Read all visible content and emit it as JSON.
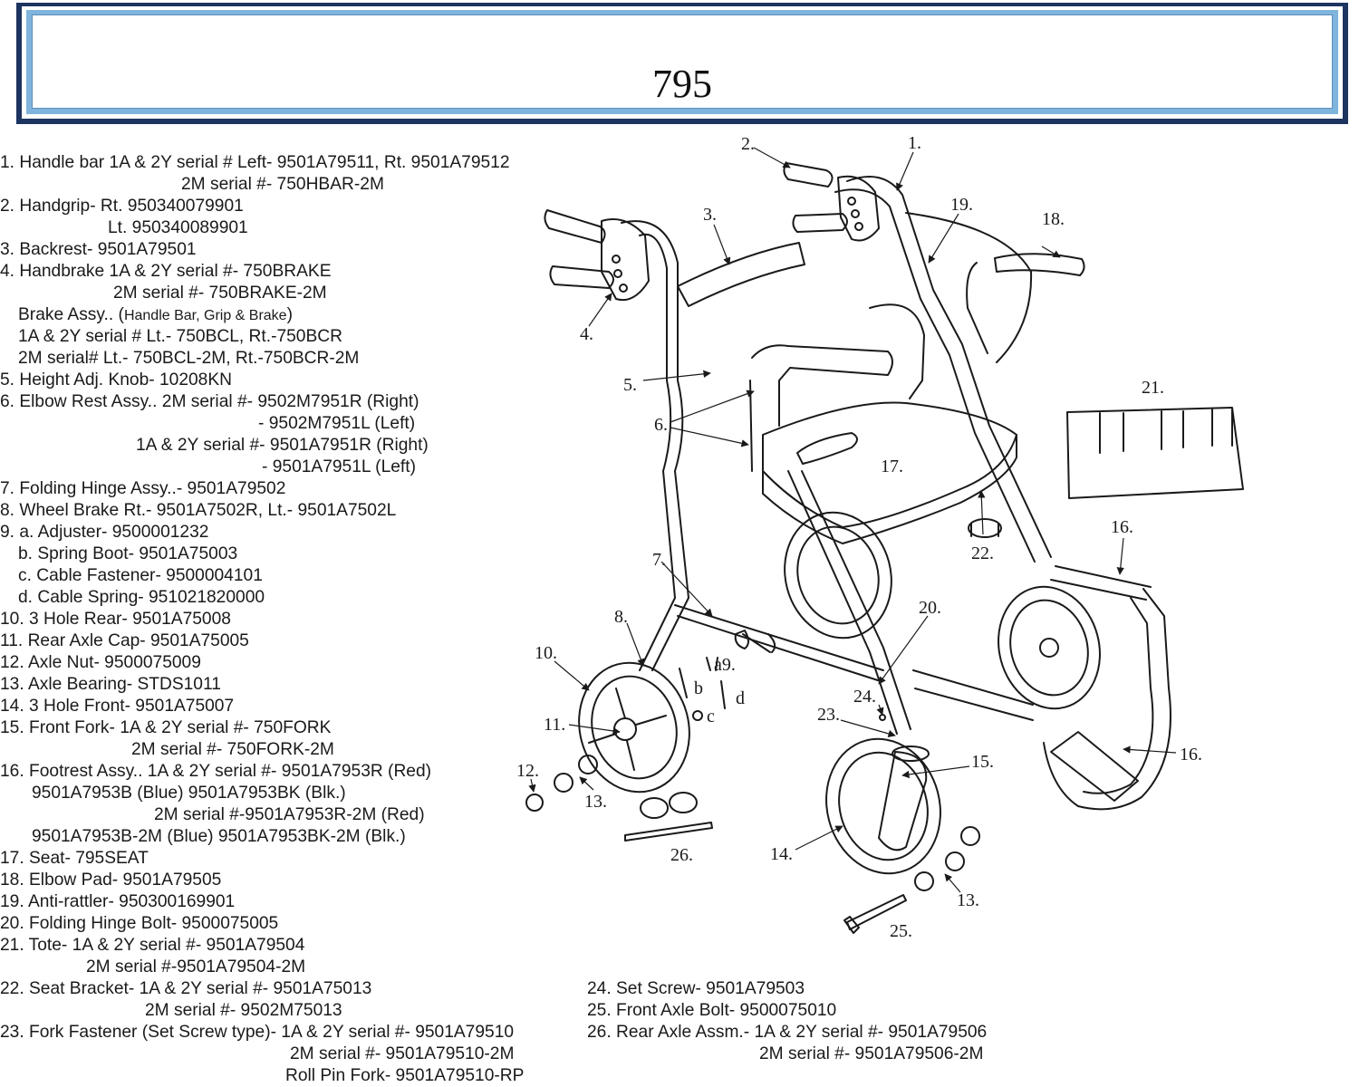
{
  "header": {
    "title": "795"
  },
  "parts_list": [
    [
      "1. Handle bar 1A & 2Y serial # Left- 9501A79511, Rt. 9501A79512",
      "2M serial #- 750HBAR-2M"
    ],
    [
      "2. Handgrip- Rt. 950340079901",
      "Lt. 950340089901"
    ],
    [
      "3. Backrest- 9501A79501"
    ],
    [
      "4. Handbrake 1A & 2Y serial #- 750BRAKE",
      "2M serial #- 750BRAKE-2M",
      "Brake Assy.. (",
      "Handle Bar, Grip & Brake",
      ")",
      "1A & 2Y serial # Lt.- 750BCL, Rt.-750BCR",
      "2M serial# Lt.- 750BCL-2M, Rt.-750BCR-2M"
    ],
    [
      "5. Height Adj. Knob- 10208KN"
    ],
    [
      "6. Elbow Rest Assy.. 2M serial #- 9502M7951R (Right)",
      "- 9502M7951L (Left)",
      "1A & 2Y serial #- 9501A7951R (Right)",
      "- 9501A7951L (Left)"
    ],
    [
      "7. Folding Hinge Assy..- 9501A79502"
    ],
    [
      "8. Wheel Brake Rt.- 9501A7502R, Lt.- 9501A7502L"
    ],
    [
      "9. a. Adjuster- 9500001232",
      "b. Spring Boot- 9501A75003",
      "c. Cable Fastener- 9500004101",
      "d. Cable Spring- 951021820000"
    ],
    [
      "10. 3 Hole Rear- 9501A75008"
    ],
    [
      "11. Rear Axle Cap- 9501A75005"
    ],
    [
      "12. Axle Nut- 9500075009"
    ],
    [
      "13. Axle Bearing- STDS1011"
    ],
    [
      "14. 3 Hole Front- 9501A75007"
    ],
    [
      "15. Front Fork- 1A & 2Y serial #- 750FORK",
      "2M serial #- 750FORK-2M"
    ],
    [
      "16. Footrest Assy.. 1A & 2Y serial #- 9501A7953R (Red)",
      "9501A7953B (Blue) 9501A7953BK (Blk.)",
      "2M serial #-9501A7953R-2M (Red)",
      "9501A7953B-2M (Blue) 9501A7953BK-2M (Blk.)"
    ],
    [
      "17. Seat- 795SEAT"
    ],
    [
      "18. Elbow Pad- 9501A79505"
    ],
    [
      "19. Anti-rattler- 950300169901"
    ],
    [
      "20. Folding Hinge Bolt- 9500075005"
    ],
    [
      "21. Tote- 1A & 2Y serial #- 9501A79504",
      "2M serial #-9501A79504-2M"
    ],
    [
      "22. Seat Bracket- 1A & 2Y serial #- 9501A75013",
      "2M serial #- 9502M75013"
    ],
    [
      "23. Fork Fastener (Set Screw type)- 1A & 2Y serial #- 9501A79510",
      "2M serial #- 9501A79510-2M",
      "Roll Pin Fork- 9501A79510-RP"
    ],
    [
      "24. Set Screw- 9501A79503"
    ],
    [
      "25. Front Axle Bolt- 9500075010"
    ],
    [
      "26. Rear Axle Assm.- 1A & 2Y serial #- 9501A79506",
      "2M serial #- 9501A79506-2M"
    ]
  ],
  "callouts": [
    "1.",
    "2.",
    "3.",
    "4.",
    "5.",
    "6.",
    "7.",
    "8.",
    "a9.",
    "b",
    "c",
    "d",
    "10.",
    "11.",
    "12.",
    "13.",
    "13.",
    "14.",
    "15.",
    "16.",
    "16.",
    "17.",
    "18.",
    "19.",
    "20.",
    "21.",
    "22.",
    "23.",
    "24.",
    "25.",
    "26."
  ]
}
